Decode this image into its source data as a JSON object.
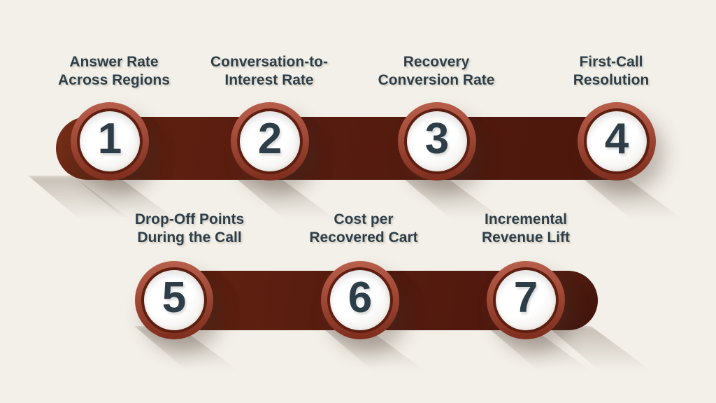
{
  "steps": [
    {
      "number": "1",
      "label_line1": "Answer Rate",
      "label_line2": "Across Regions"
    },
    {
      "number": "2",
      "label_line1": "Conversation-to-",
      "label_line2": "Interest Rate"
    },
    {
      "number": "3",
      "label_line1": "Recovery",
      "label_line2": "Conversion Rate"
    },
    {
      "number": "4",
      "label_line1": "First-Call",
      "label_line2": "Resolution"
    },
    {
      "number": "5",
      "label_line1": "Drop-Off Points",
      "label_line2": "During the Call"
    },
    {
      "number": "6",
      "label_line1": "Cost per",
      "label_line2": "Recovered Cart"
    },
    {
      "number": "7",
      "label_line1": "Incremental",
      "label_line2": "Revenue Lift"
    }
  ],
  "theme": {
    "background": "#f3f0e9",
    "band": "#571c10",
    "ring": "#a04936",
    "ring_dark": "#5e1e10",
    "circle_fill": "#ffffff",
    "text": "#2d3e48"
  }
}
